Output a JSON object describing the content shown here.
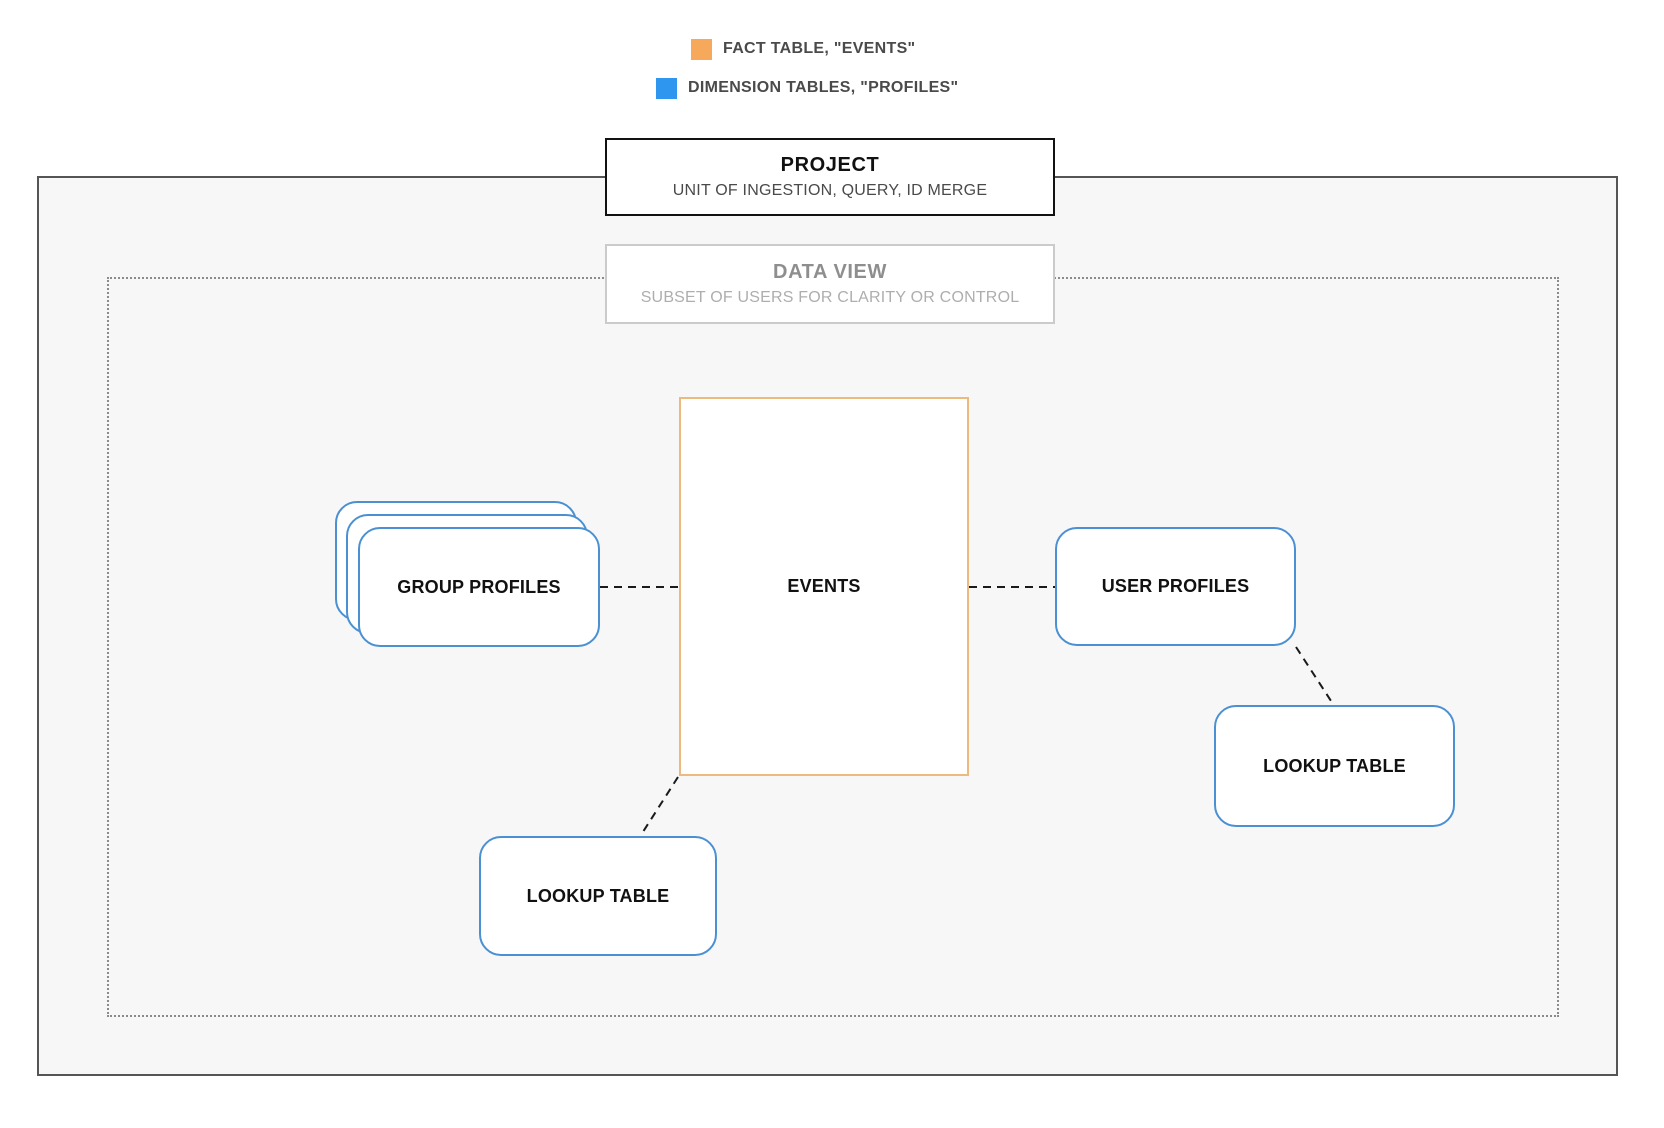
{
  "legend": {
    "items": [
      {
        "name": "fact-table",
        "label": "FACT TABLE, \"EVENTS\"",
        "swatch_color": "#F6A95B"
      },
      {
        "name": "dimension-tables",
        "label": "DIMENSION TABLES, \"PROFILES\"",
        "swatch_color": "#2F96F0"
      }
    ]
  },
  "project_box": {
    "title": "PROJECT",
    "subtitle": "UNIT OF INGESTION, QUERY, ID MERGE"
  },
  "data_view_box": {
    "title": "DATA VIEW",
    "subtitle": "SUBSET OF USERS FOR CLARITY OR CONTROL"
  },
  "nodes": {
    "events": {
      "label": "EVENTS",
      "type": "fact"
    },
    "group_profiles": {
      "label": "GROUP PROFILES",
      "type": "dimension"
    },
    "user_profiles": {
      "label": "USER PROFILES",
      "type": "dimension"
    },
    "lookup_table_bottom": {
      "label": "LOOKUP TABLE",
      "type": "dimension"
    },
    "lookup_table_right": {
      "label": "LOOKUP TABLE",
      "type": "dimension"
    }
  },
  "colors": {
    "fact_swatch": "#F6A95B",
    "dimension_swatch": "#2F96F0",
    "fact_node_border": "#EBBA7C",
    "dimension_node_border": "#4A90D2",
    "project_border": "#121212",
    "data_view_border": "#CBCBCB",
    "outer_boundary_border": "#555555",
    "dotted_boundary_border": "#8A8A8A",
    "inner_background": "#F7F7F8",
    "connector": "#1A1A1A"
  }
}
